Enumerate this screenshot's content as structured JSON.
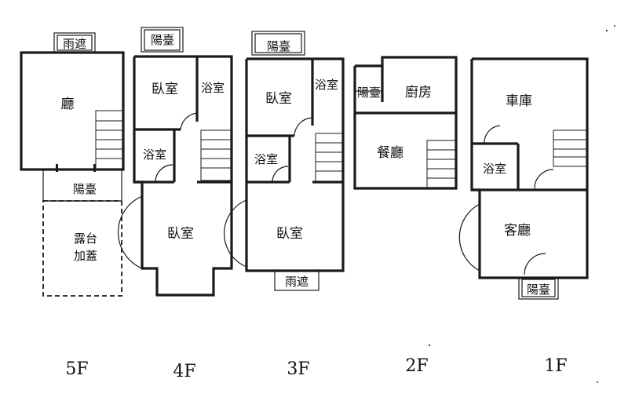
{
  "floors": [
    {
      "id": "5F",
      "label": "5F",
      "rooms": [
        "雨遮",
        "廳",
        "陽臺",
        "露台",
        "加蓋"
      ]
    },
    {
      "id": "4F",
      "label": "4F",
      "rooms": [
        "陽臺",
        "臥室",
        "浴室",
        "浴室",
        "臥室"
      ]
    },
    {
      "id": "3F",
      "label": "3F",
      "rooms": [
        "陽臺",
        "臥室",
        "浴室",
        "浴室",
        "臥室",
        "雨遮"
      ]
    },
    {
      "id": "2F",
      "label": "2F",
      "rooms": [
        "陽臺",
        "廚房",
        "餐廳"
      ]
    },
    {
      "id": "1F",
      "label": "1F",
      "rooms": [
        "車庫",
        "浴室",
        "客廳",
        "陽臺"
      ]
    }
  ]
}
